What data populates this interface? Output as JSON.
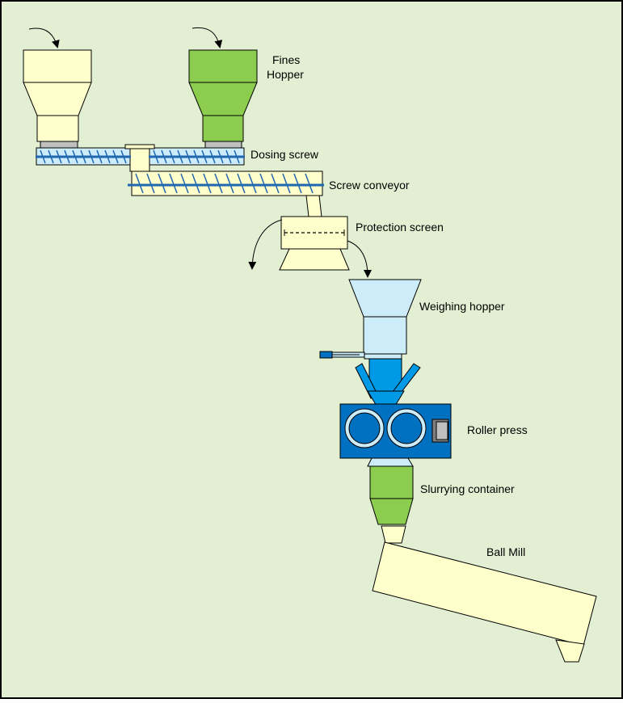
{
  "labels": {
    "fines_hopper_line1": "Fines",
    "fines_hopper_line2": "Hopper",
    "dosing_screw": "Dosing screw",
    "screw_conveyor": "Screw conveyor",
    "protection_screen": "Protection screen",
    "weighing_hopper": "Weighing hopper",
    "roller_press": "Roller press",
    "slurrying_container": "Slurrying container",
    "ball_mill": "Ball Mill"
  },
  "colors": {
    "background": "#E3EFD3",
    "cream": "#FFFFCC",
    "cream_dark": "#FFFFAA",
    "green": "#8CCD4F",
    "light_blue": "#CCECFA",
    "screw_blue": "#1F67B1",
    "press_blue": "#0070C0",
    "hopper_blue": "#0099E6",
    "grey": "#BFBFBF",
    "dark_grey": "#7F7F7F",
    "outline": "#000000"
  },
  "icons": {
    "feed_arrow": "curved-arrow-down",
    "screen_line": "dashed-line"
  }
}
